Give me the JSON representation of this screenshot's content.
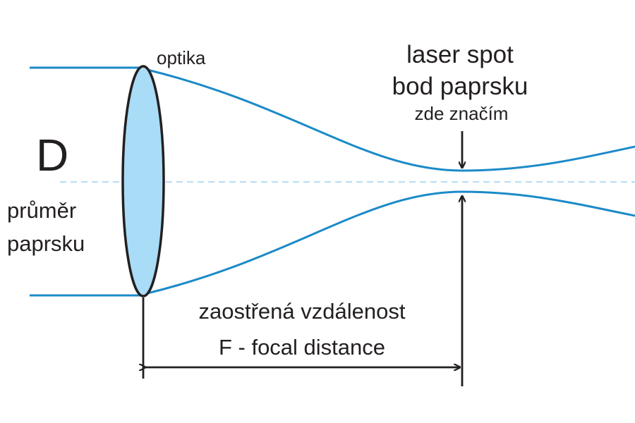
{
  "labels": {
    "optics": "optika",
    "spot_line1": "laser spot",
    "spot_line2": "bod paprsku",
    "spot_line3": "zde značím",
    "diameter_symbol": "D",
    "diameter_line1": "průměr",
    "diameter_line2": "paprsku",
    "focal_line1": "zaostřená vzdálenost",
    "focal_line2": "F - focal distance"
  },
  "colors": {
    "beam": "#1b8ac8",
    "lens_fill": "#a9dcf6",
    "lens_outline": "#231f20",
    "axis": "#9fd1ee",
    "text": "#231f20",
    "arrows": "#231f20"
  }
}
